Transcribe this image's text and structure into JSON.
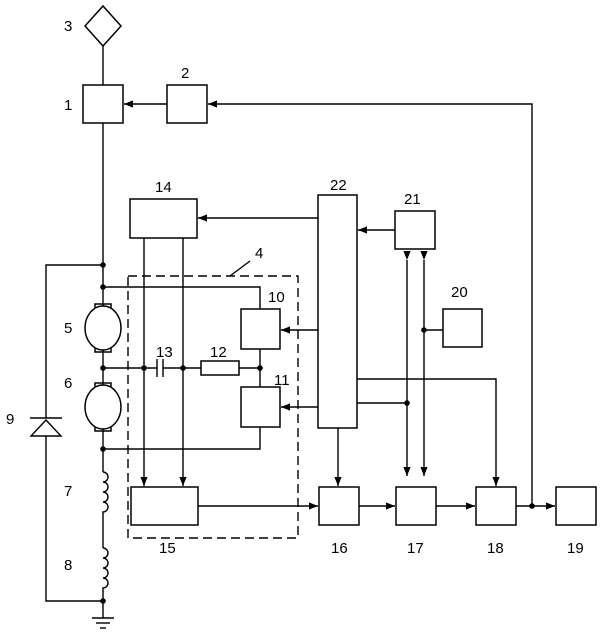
{
  "labels": {
    "n1": "1",
    "n2": "2",
    "n3": "3",
    "n4": "4",
    "n5": "5",
    "n6": "6",
    "n7": "7",
    "n8": "8",
    "n9": "9",
    "n10": "10",
    "n11": "11",
    "n12": "12",
    "n13": "13",
    "n14": "14",
    "n15": "15",
    "n16": "16",
    "n17": "17",
    "n18": "18",
    "n19": "19",
    "n20": "20",
    "n21": "21",
    "n22": "22"
  },
  "colors": {
    "ink": "#000000",
    "paper": "#ffffff"
  }
}
